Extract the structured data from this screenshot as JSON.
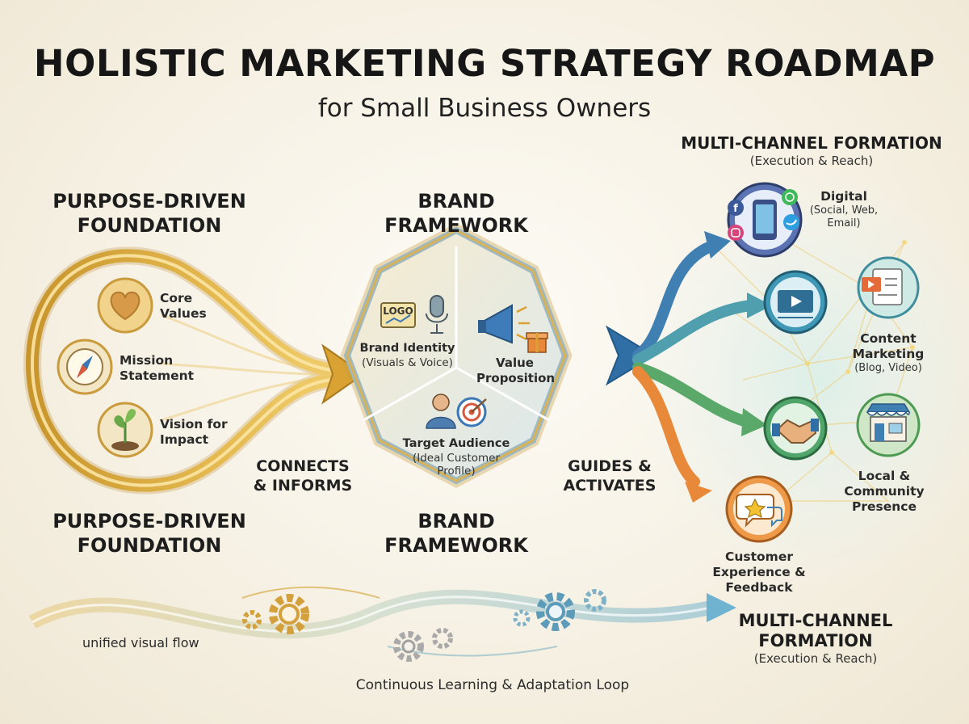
{
  "title": "HOLISTIC MARKETING STRATEGY ROADMAP",
  "subtitle": "for Small Business Owners",
  "foundation": {
    "heading_line1": "PURPOSE-DRIVEN",
    "heading_line2": "FOUNDATION",
    "items": [
      {
        "line1": "Core",
        "line2": "Values",
        "icon": "heart-icon"
      },
      {
        "line1": "Mission",
        "line2": "Statement",
        "icon": "compass-icon"
      },
      {
        "line1": "Vision for",
        "line2": "Impact",
        "icon": "sprout-icon"
      }
    ]
  },
  "framework": {
    "heading_line1": "BRAND",
    "heading_line2": "FRAMEWORK",
    "logo_text": "LOGO",
    "brand_identity": {
      "title": "Brand Identity",
      "detail": "(Visuals & Voice)"
    },
    "value_proposition": {
      "line1": "Value",
      "line2": "Proposition"
    },
    "target_audience": {
      "title": "Target Audience",
      "detail_line1": "(Ideal Customer",
      "detail_line2": "Profile)"
    }
  },
  "connectors": {
    "connects_line1": "CONNECTS",
    "connects_line2": "& INFORMS",
    "guides_line1": "GUIDES &",
    "guides_line2": "ACTIVATES"
  },
  "channels": {
    "heading": "MULTI-CHANNEL FORMATION",
    "subheading": "(Execution & Reach)",
    "bottom_heading_line1": "MULTI-CHANNEL",
    "bottom_heading_line2": "FORMATION",
    "bottom_subheading": "(Execution & Reach)",
    "digital": {
      "title": "Digital",
      "detail_line1": "(Social, Web,",
      "detail_line2": "Email)",
      "icon": "phone-icon"
    },
    "content": {
      "line1": "Content",
      "line2": "Marketing",
      "detail": "(Blog, Video)",
      "icon": "video-icon"
    },
    "local": {
      "line1": "Local &",
      "line2": "Community",
      "line3": "Presence",
      "icon": "storefront-icon"
    },
    "customer": {
      "line1": "Customer",
      "line2": "Experience &",
      "line3": "Feedback",
      "icon": "chat-star-icon"
    },
    "handshake_icon": "handshake-icon"
  },
  "loop": {
    "flow_label": "unified visual flow",
    "caption": "Continuous Learning & Adaptation Loop"
  },
  "colors": {
    "gold": "#d9a93a",
    "teal": "#4f9fae",
    "blue": "#3f7fb1",
    "green": "#5aa86a",
    "orange": "#e8893a"
  }
}
